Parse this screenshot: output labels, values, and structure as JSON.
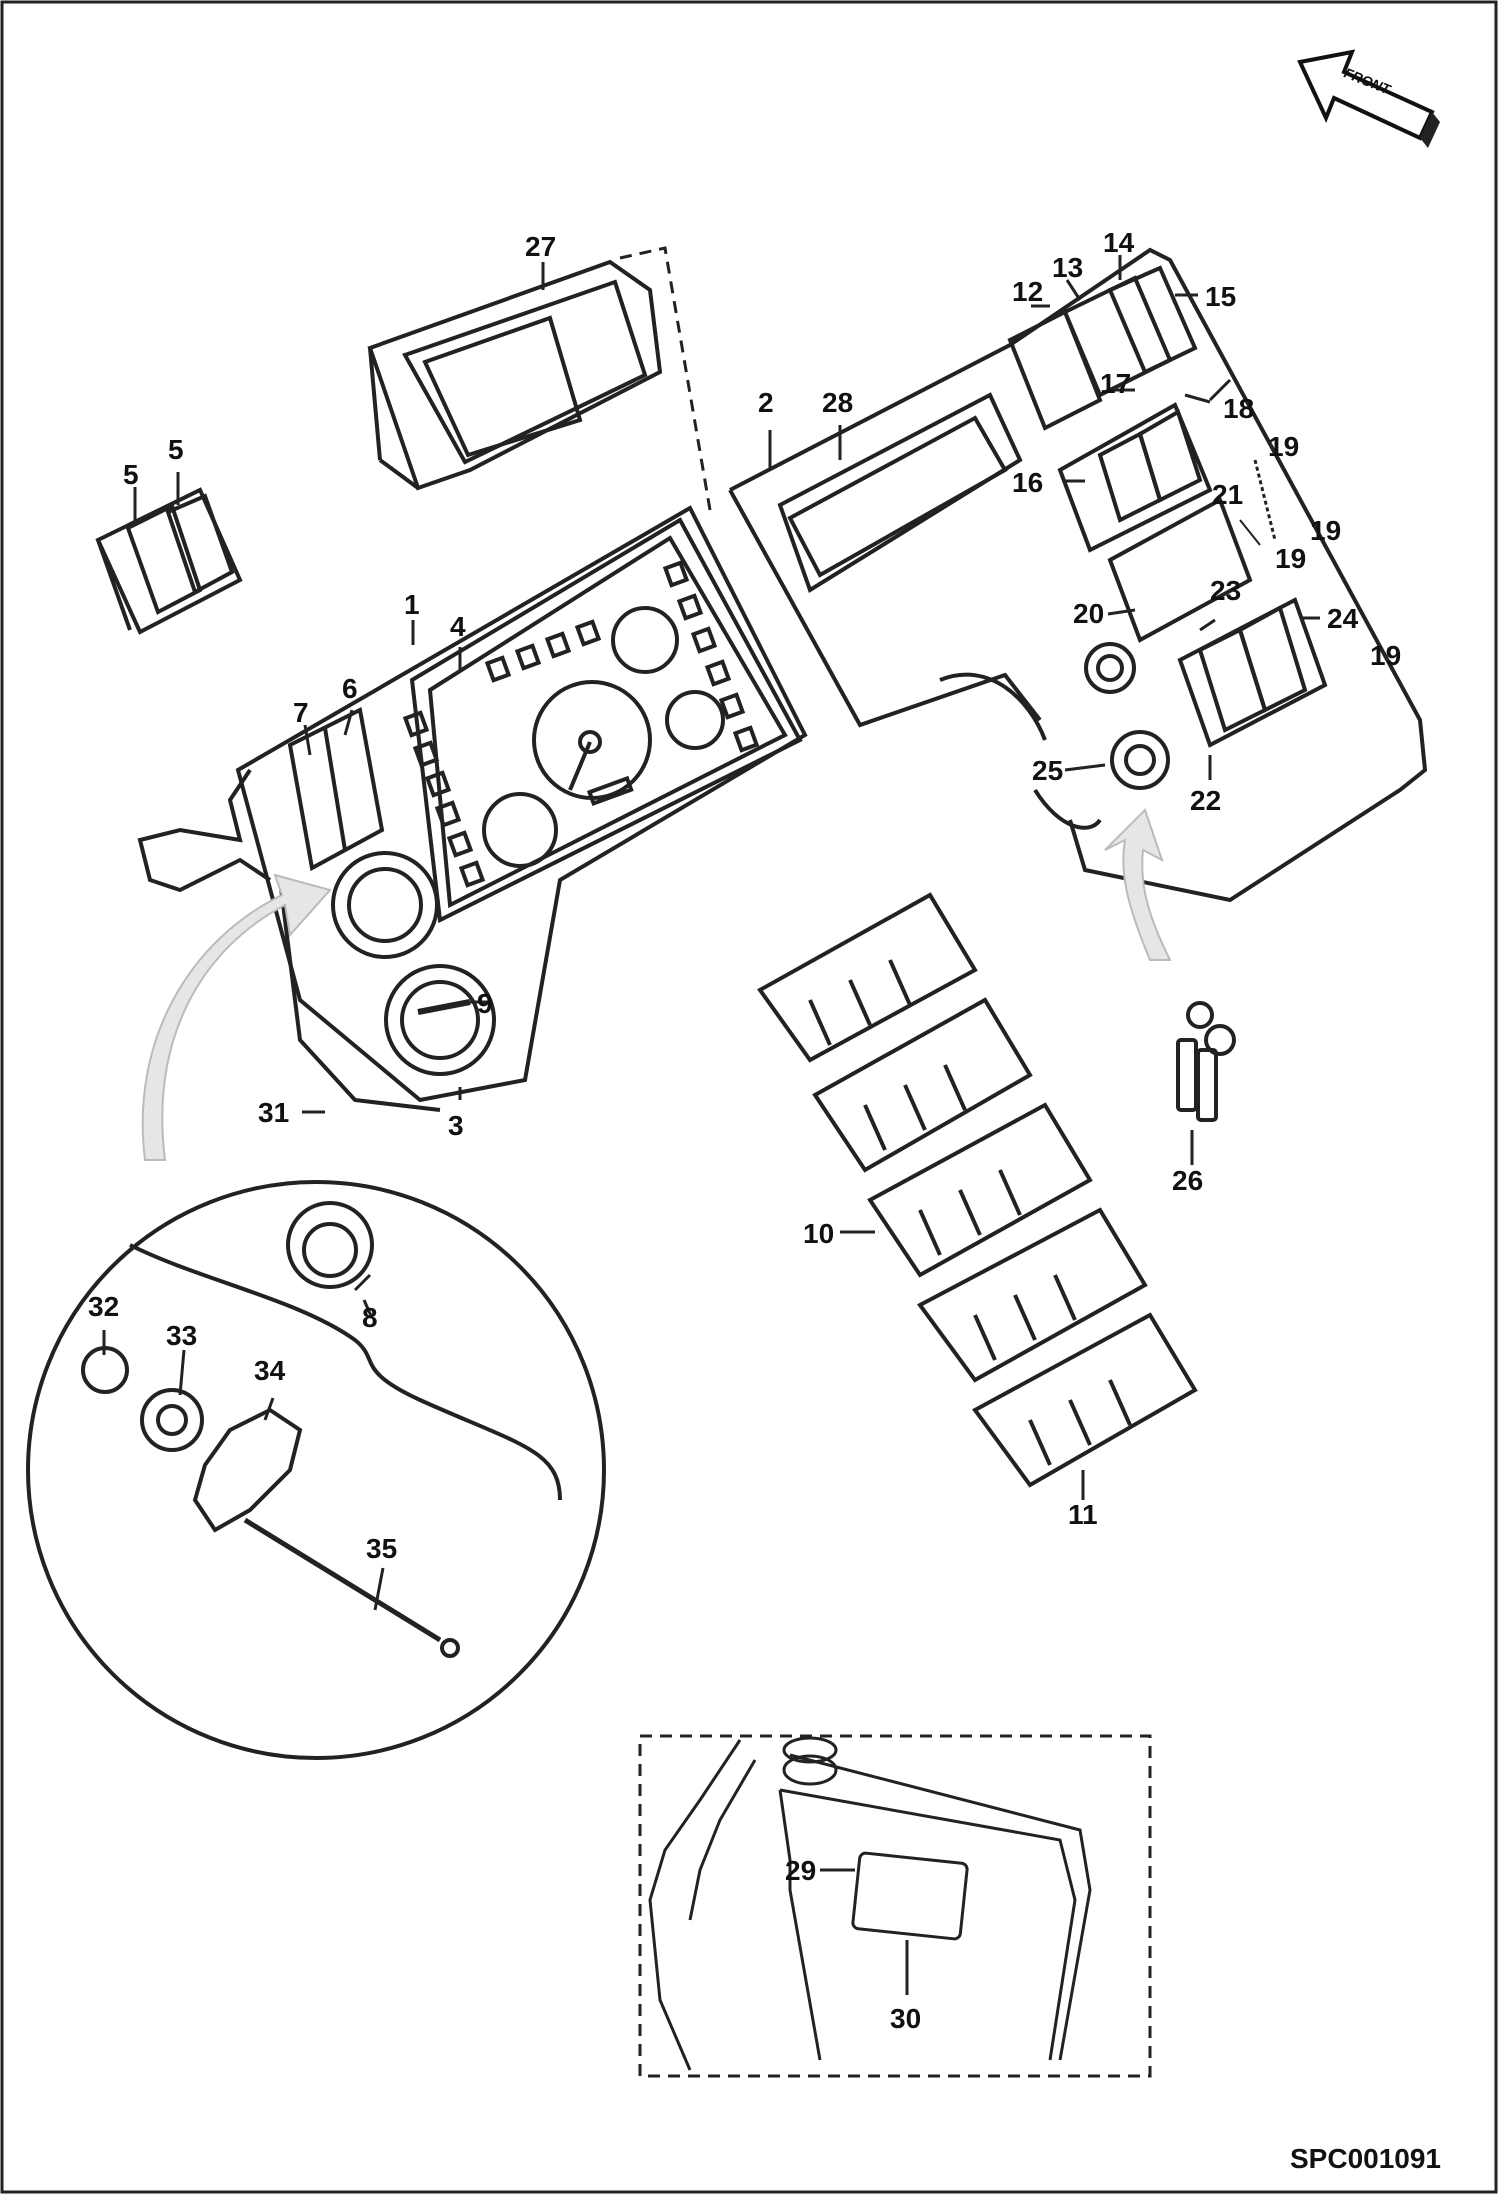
{
  "front_label": "FRONT",
  "drawing_ref": "SPC001091",
  "callouts": {
    "c1": "1",
    "c2": "2",
    "c3": "3",
    "c4": "4",
    "c5a": "5",
    "c5b": "5",
    "c6": "6",
    "c7": "7",
    "c8": "8",
    "c9": "9",
    "c10": "10",
    "c11": "11",
    "c12": "12",
    "c13": "13",
    "c14": "14",
    "c15": "15",
    "c16": "16",
    "c17": "17",
    "c18": "18",
    "c19a": "19",
    "c19b": "19",
    "c19c": "19",
    "c19d": "19",
    "c20": "20",
    "c21": "21",
    "c22": "22",
    "c23": "23",
    "c24": "24",
    "c25": "25",
    "c26": "26",
    "c27": "27",
    "c28": "28",
    "c29": "29",
    "c30": "30",
    "c31": "31",
    "c32": "32",
    "c33": "33",
    "c34": "34",
    "c35": "35"
  }
}
